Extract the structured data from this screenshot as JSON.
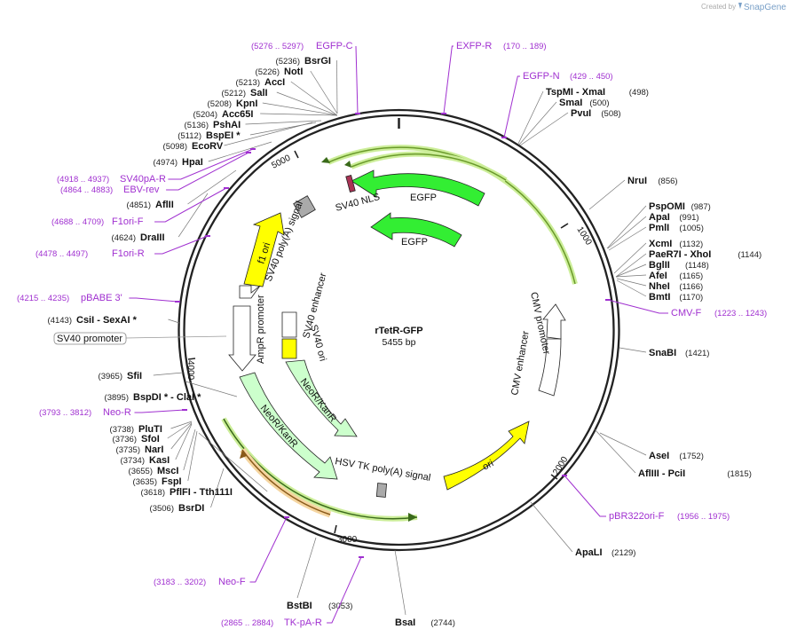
{
  "credit": {
    "prefix": "Created by",
    "brand": "SnapGene"
  },
  "plasmid": {
    "name": "rTetR-GFP",
    "length": "5455 bp"
  },
  "ticks": [
    {
      "label": "1000",
      "bp": 1000
    },
    {
      "label": "2000",
      "bp": 2000
    },
    {
      "label": "3000",
      "bp": 3000
    },
    {
      "label": "4000",
      "bp": 4000
    },
    {
      "label": "5000",
      "bp": 5000
    }
  ],
  "enzymes": [
    {
      "name": "BsrGI",
      "pos": "(5236)"
    },
    {
      "name": "NotI",
      "pos": "(5226)"
    },
    {
      "name": "AccI",
      "pos": "(5213)"
    },
    {
      "name": "SalI",
      "pos": "(5212)"
    },
    {
      "name": "KpnI",
      "pos": "(5208)"
    },
    {
      "name": "Acc65I",
      "pos": "(5204)"
    },
    {
      "name": "PshAI",
      "pos": "(5136)"
    },
    {
      "name": "BspEI *",
      "pos": "(5112)"
    },
    {
      "name": "EcoRV",
      "pos": "(5098)"
    },
    {
      "name": "HpaI",
      "pos": "(4974)"
    },
    {
      "name": "AflII",
      "pos": "(4851)"
    },
    {
      "name": "DraIII",
      "pos": "(4624)"
    },
    {
      "name": "CsiI  - SexAI *",
      "pos": "(4143)"
    },
    {
      "name": "SfiI",
      "pos": "(3965)"
    },
    {
      "name": "BspDI *  - ClaI *",
      "pos": "(3895)"
    },
    {
      "name": "PluTI",
      "pos": "(3738)"
    },
    {
      "name": "SfoI",
      "pos": "(3736)"
    },
    {
      "name": "NarI",
      "pos": "(3735)"
    },
    {
      "name": "KasI",
      "pos": "(3734)"
    },
    {
      "name": "MscI",
      "pos": "(3655)"
    },
    {
      "name": "FspI",
      "pos": "(3635)"
    },
    {
      "name": "PflFI  - Tth111I",
      "pos": "(3618)"
    },
    {
      "name": "BsrDI",
      "pos": "(3506)"
    },
    {
      "name": "BstBI",
      "pos": "(3053)"
    },
    {
      "name": "BsaI",
      "pos": "(2744)"
    },
    {
      "name": "ApaLI",
      "pos": "(2129)"
    },
    {
      "name": "AflIII  - PciI",
      "pos": "(1815)"
    },
    {
      "name": "AseI",
      "pos": "(1752)"
    },
    {
      "name": "SnaBI",
      "pos": "(1421)"
    },
    {
      "name": "BmtI",
      "pos": "(1170)"
    },
    {
      "name": "NheI",
      "pos": "(1166)"
    },
    {
      "name": "AfeI",
      "pos": "(1165)"
    },
    {
      "name": "BglII",
      "pos": "(1148)"
    },
    {
      "name": "PaeR7I  - XhoI",
      "pos": "(1144)"
    },
    {
      "name": "XcmI",
      "pos": "(1132)"
    },
    {
      "name": "PmlI",
      "pos": "(1005)"
    },
    {
      "name": "ApaI",
      "pos": "(991)"
    },
    {
      "name": "PspOMI",
      "pos": "(987)"
    },
    {
      "name": "NruI",
      "pos": "(856)"
    },
    {
      "name": "PvuI",
      "pos": "(508)"
    },
    {
      "name": "SmaI",
      "pos": "(500)"
    },
    {
      "name": "TspMI  - XmaI",
      "pos": "(498)"
    }
  ],
  "primers": [
    {
      "name": "EGFP-C",
      "pos": "(5276 .. 5297)"
    },
    {
      "name": "EXFP-R",
      "pos": "(170 .. 189)"
    },
    {
      "name": "EGFP-N",
      "pos": "(429 .. 450)"
    },
    {
      "name": "SV40pA-R",
      "pos": "(4918 .. 4937)"
    },
    {
      "name": "EBV-rev",
      "pos": "(4864 .. 4883)"
    },
    {
      "name": "F1ori-F",
      "pos": "(4688 .. 4709)"
    },
    {
      "name": "F1ori-R",
      "pos": "(4478 .. 4497)"
    },
    {
      "name": "pBABE 3'",
      "pos": "(4215 .. 4235)"
    },
    {
      "name": "Neo-R",
      "pos": "(3793 .. 3812)"
    },
    {
      "name": "Neo-F",
      "pos": "(3183 .. 3202)"
    },
    {
      "name": "TK-pA-R",
      "pos": "(2865 .. 2884)"
    },
    {
      "name": "pBR322ori-F",
      "pos": "(1956 .. 1975)"
    },
    {
      "name": "CMV-F",
      "pos": "(1223 .. 1243)"
    }
  ],
  "features": [
    {
      "name": "SV40 NLS"
    },
    {
      "name": "EGFP"
    },
    {
      "name": "EGFP"
    },
    {
      "name": "SV40 poly(A) signal"
    },
    {
      "name": "f1 ori"
    },
    {
      "name": "AmpR promoter"
    },
    {
      "name": "SV40 enhancer"
    },
    {
      "name": "SV40 ori"
    },
    {
      "name": "NeoR/KanR"
    },
    {
      "name": "NeoR/KanR"
    },
    {
      "name": "HSV TK poly(A) signal"
    },
    {
      "name": "ori"
    },
    {
      "name": "CMV enhancer"
    },
    {
      "name": "CMV promoter"
    },
    {
      "name": "SV40 promoter"
    }
  ],
  "colors": {
    "backbone": "#222222",
    "egfp": "#33ee33",
    "yellow": "#ffff00",
    "pale_green": "#ccffcc",
    "gray": "#aaaaaa",
    "magenta": "#aa3355",
    "primer": "#a030d0",
    "orf_green": "#88cc44",
    "orf_orange": "#dd8833"
  }
}
